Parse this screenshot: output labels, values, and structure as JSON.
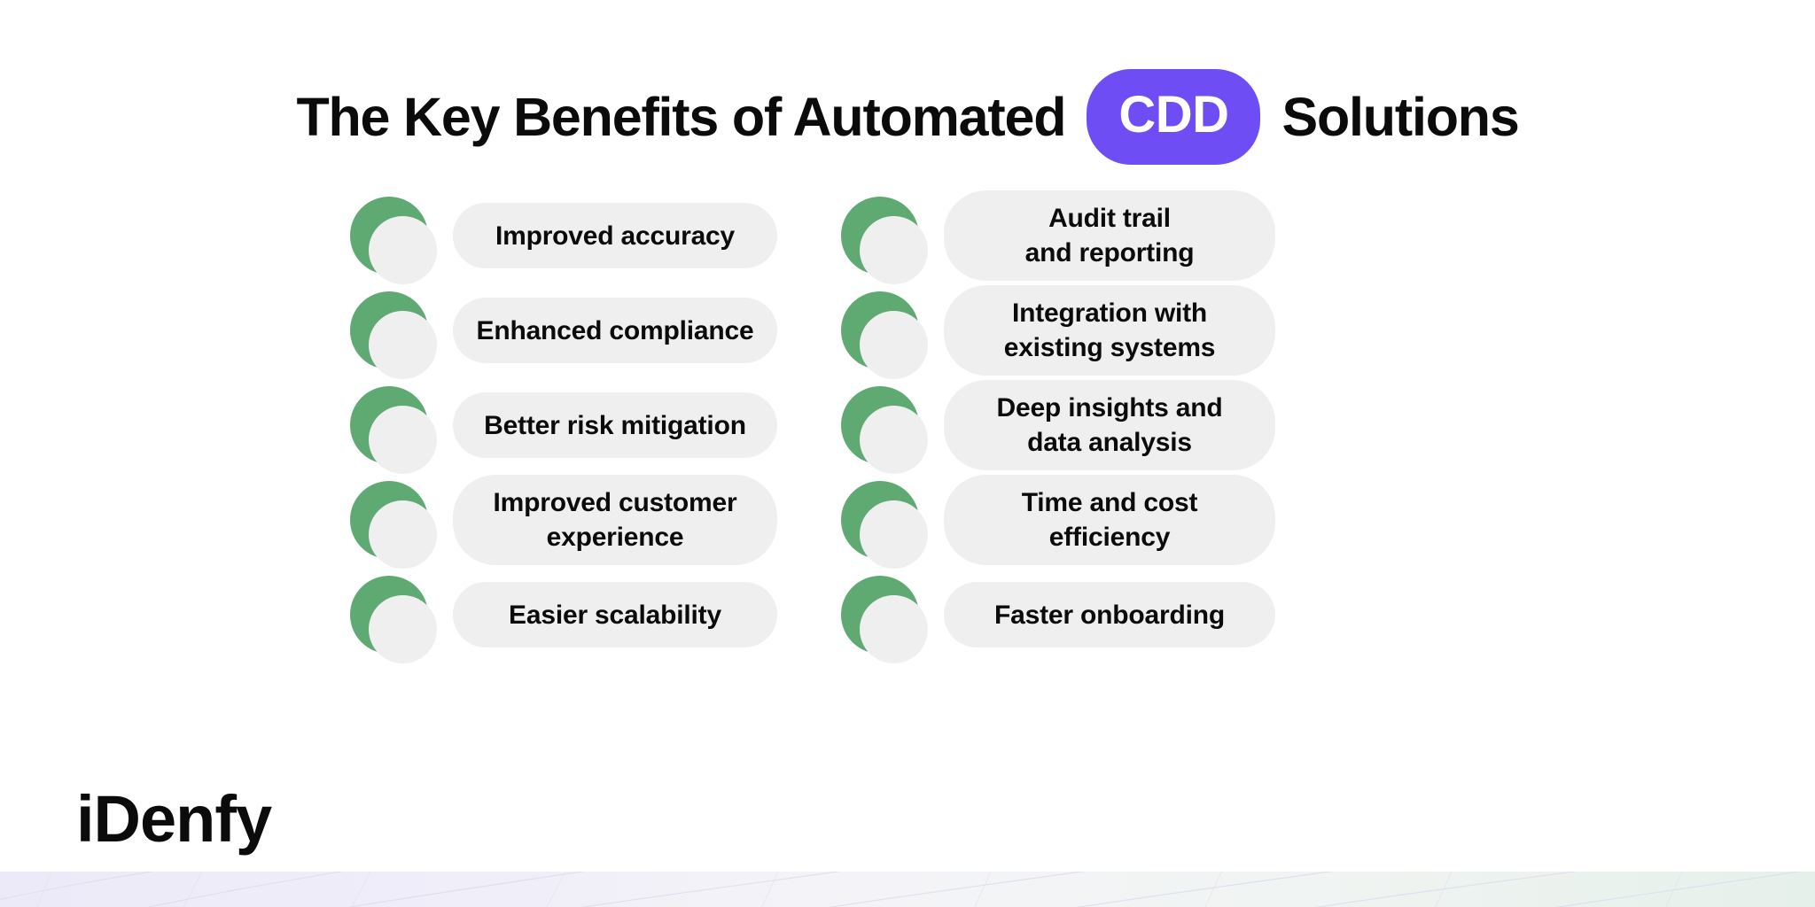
{
  "title": {
    "part1": "The Key Benefits of Automated",
    "badge": "CDD",
    "part2": "Solutions",
    "badge_color": "#6F4DF5"
  },
  "colors": {
    "background": "#FFFFFF",
    "pill_background": "#EFEFEF",
    "bullet_green": "#5FA972",
    "bullet_light": "#EFEFEF",
    "text": "#0B0B0B",
    "accent_purple": "#6F4DF5"
  },
  "benefits": {
    "left_column": [
      {
        "label": "Improved accuracy",
        "icon": "circle-bullet-icon",
        "lines": 1
      },
      {
        "label": "Enhanced compliance",
        "icon": "circle-bullet-icon",
        "lines": 1
      },
      {
        "label": "Better risk mitigation",
        "icon": "circle-bullet-icon",
        "lines": 1
      },
      {
        "label": "Improved customer\nexperience",
        "icon": "circle-bullet-icon",
        "lines": 2
      },
      {
        "label": "Easier scalability",
        "icon": "circle-bullet-icon",
        "lines": 1
      }
    ],
    "right_column": [
      {
        "label": "Audit trail\nand reporting",
        "icon": "circle-bullet-icon",
        "lines": 2
      },
      {
        "label": "Integration with\nexisting systems",
        "icon": "circle-bullet-icon",
        "lines": 2
      },
      {
        "label": "Deep insights and\ndata analysis",
        "icon": "circle-bullet-icon",
        "lines": 2
      },
      {
        "label": "Time and cost\nefficiency",
        "icon": "circle-bullet-icon",
        "lines": 2
      },
      {
        "label": "Faster onboarding",
        "icon": "circle-bullet-icon",
        "lines": 1
      }
    ]
  },
  "logo": {
    "text": "iDenfy"
  }
}
